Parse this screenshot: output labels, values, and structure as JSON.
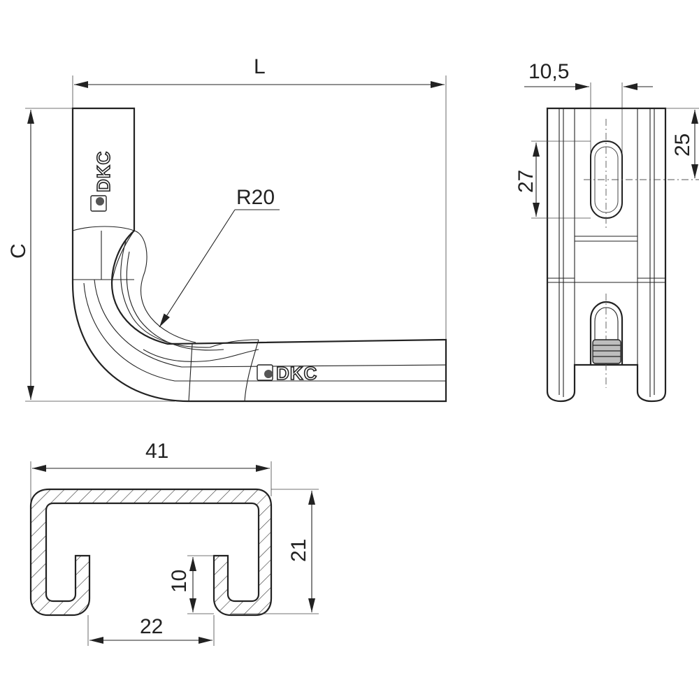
{
  "drawing": {
    "side_view": {
      "length_label": "L",
      "height_label": "C",
      "radius_label": "R20",
      "brand_vertical": "DKC",
      "brand_horizontal": "DKC"
    },
    "end_view": {
      "slot_offset_label": "10,5",
      "slot_length_label": "27",
      "slot_position_label": "25"
    },
    "section_view": {
      "width_label": "41",
      "height_label": "21",
      "lip_depth_label": "10",
      "opening_label": "22"
    }
  }
}
